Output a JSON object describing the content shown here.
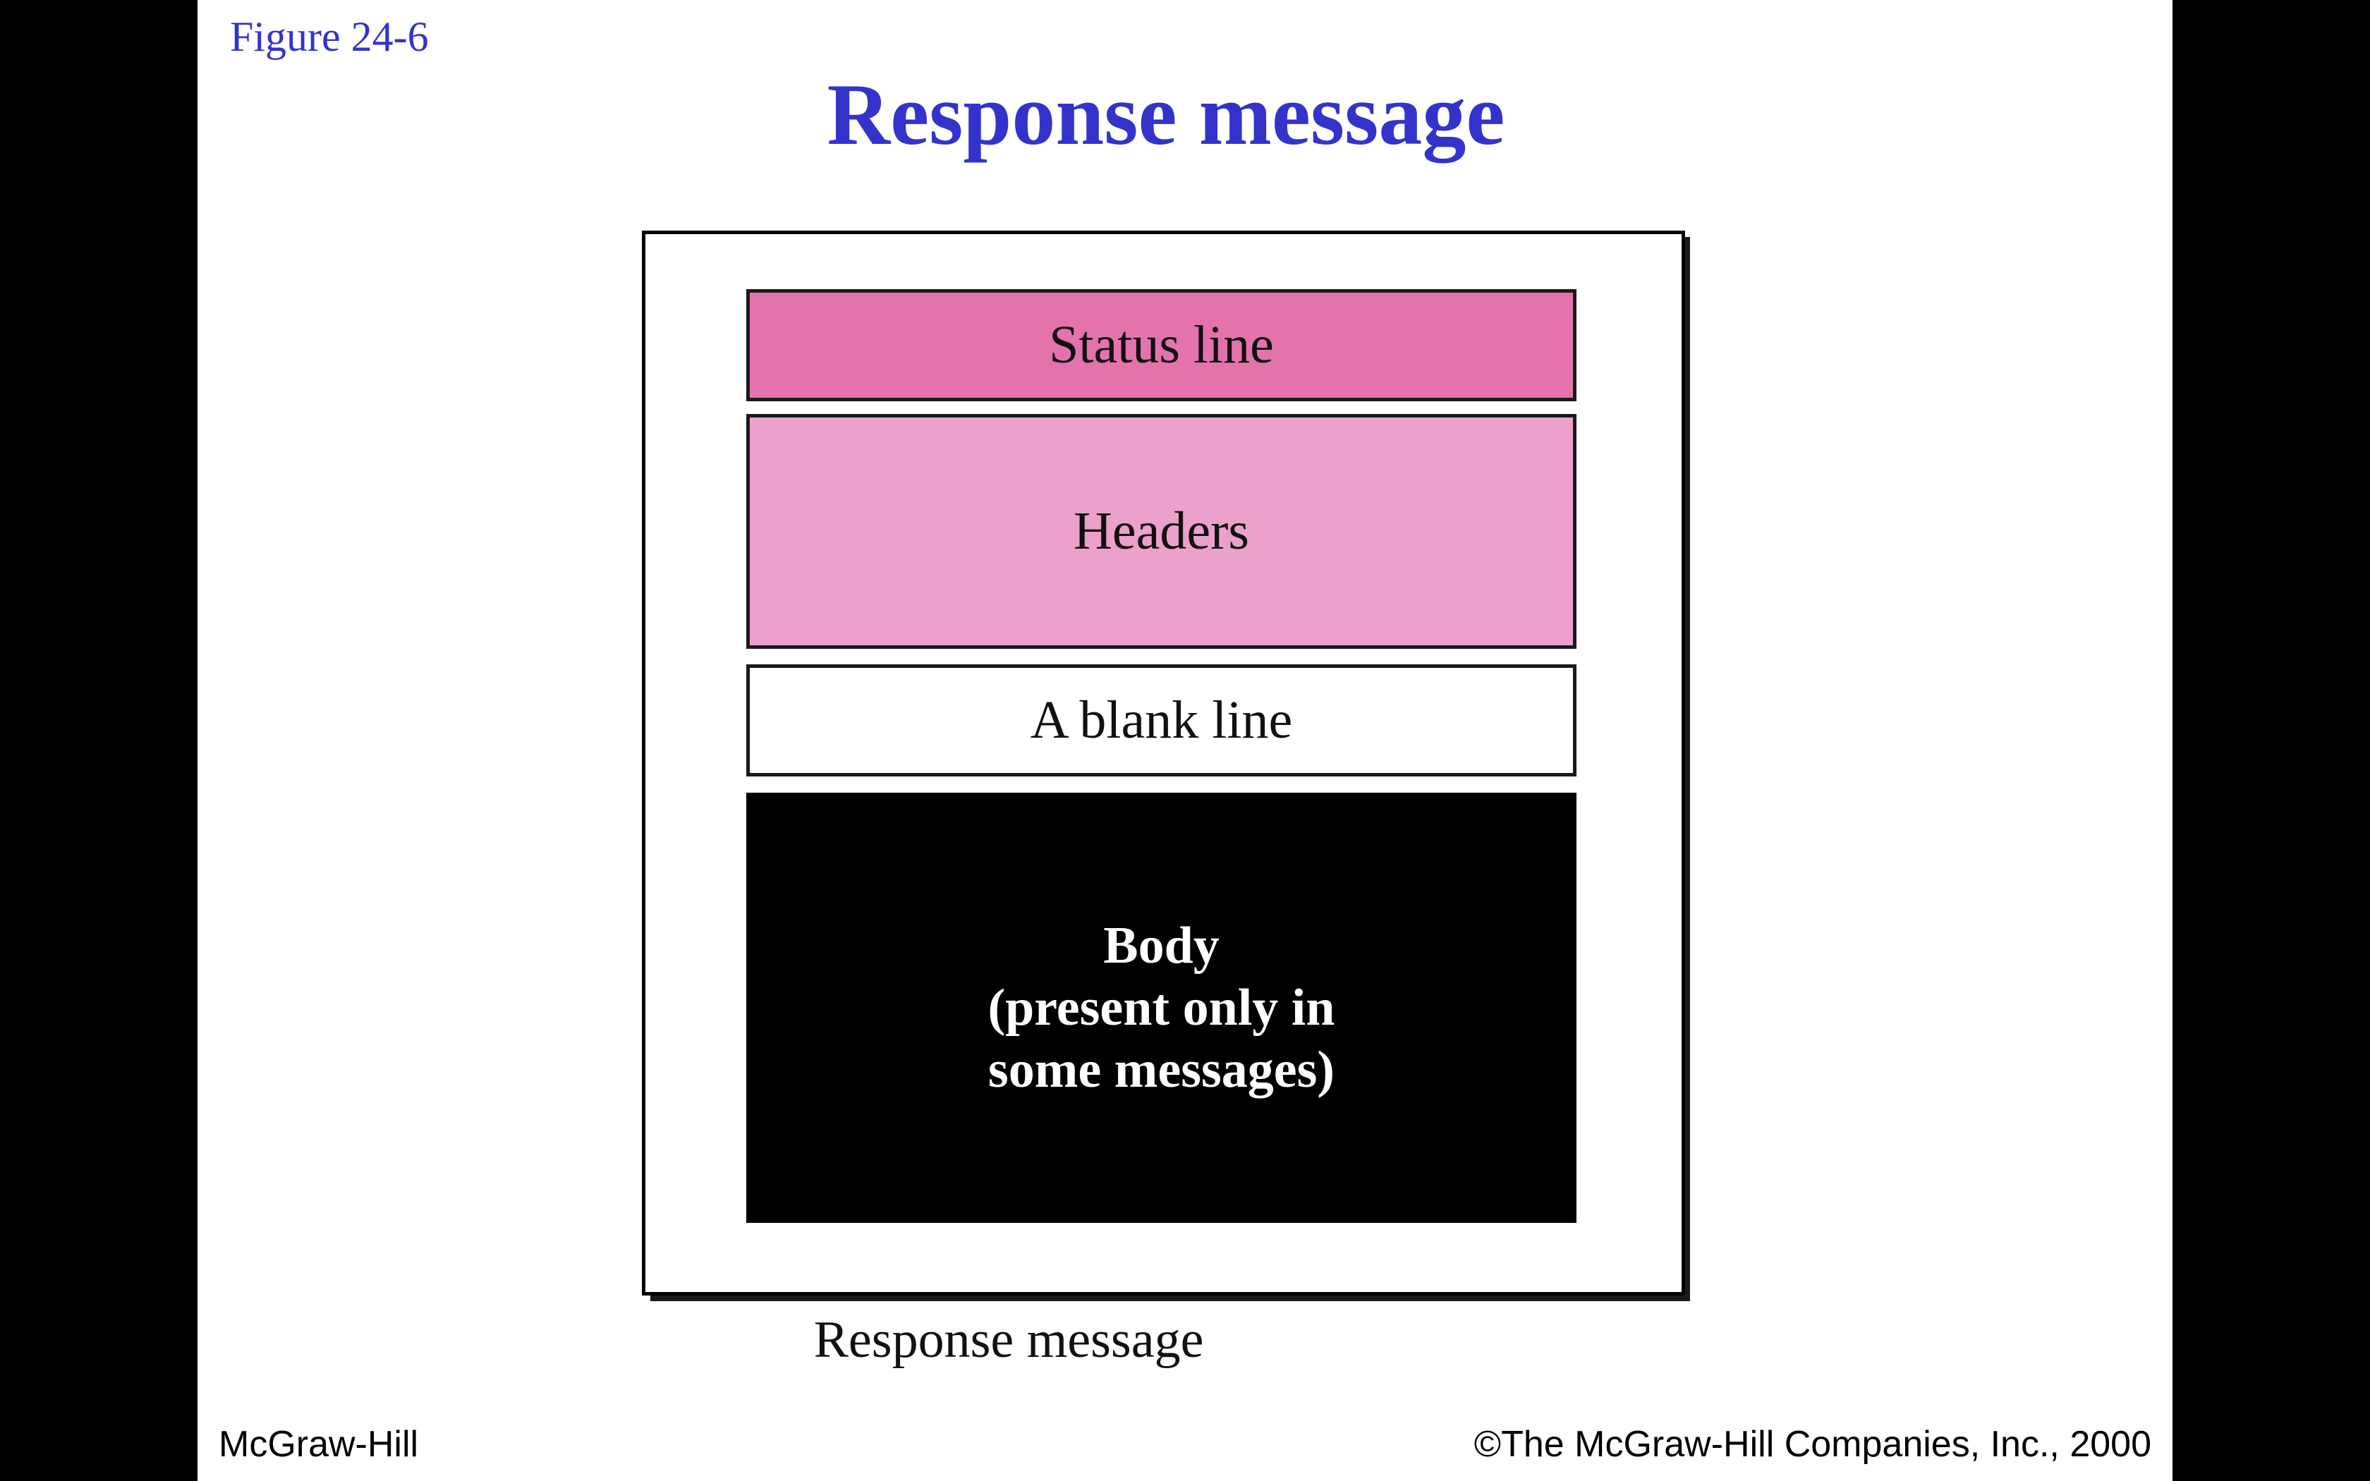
{
  "slide": {
    "figure_label": "Figure  24-6",
    "title": "Response message",
    "footer_left": "McGraw-Hill",
    "footer_right": "©The McGraw-Hill Companies, Inc., 2000"
  },
  "diagram": {
    "blocks": [
      {
        "label": "Status  line",
        "fill": "#e473ad"
      },
      {
        "label": "Headers",
        "fill": "#eca0cc"
      },
      {
        "label": "A blank line",
        "fill": "#ffffff"
      },
      {
        "label": "Body\n(present only in\nsome messages)",
        "fill": "#000000"
      }
    ],
    "caption": "Response message"
  },
  "colors": {
    "title": "#3333cc",
    "status_line": "#e473ad",
    "headers": "#eca0cc",
    "body": "#000000"
  }
}
